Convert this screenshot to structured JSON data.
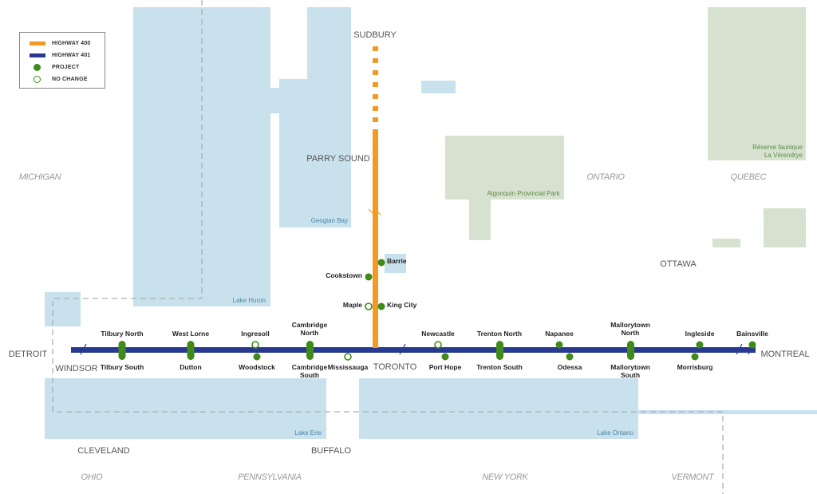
{
  "colors": {
    "water": "#c9e1ed",
    "park": "#d6e2cf",
    "hwy400": "#f39a24",
    "hwy401": "#283a8f",
    "project": "#3f8a19",
    "border": "#a9b0b6"
  },
  "legend": {
    "items": [
      {
        "label": "HIGHWAY 400",
        "kind": "line",
        "color": "#f39a24"
      },
      {
        "label": "HIGHWAY 401",
        "kind": "line",
        "color": "#283a8f"
      },
      {
        "label": "PROJECT",
        "kind": "dot-filled",
        "color": "#3f8a19"
      },
      {
        "label": "NO CHANGE",
        "kind": "dot-hollow",
        "color": "#3f8a19"
      }
    ]
  },
  "regions": {
    "michigan": "MICHIGAN",
    "ontario": "ONTARIO",
    "quebec": "QUEBEC",
    "ohio": "OHIO",
    "pennsylvania": "PENNSYLVANIA",
    "new_york": "NEW YORK",
    "vermont": "VERMONT"
  },
  "cities": {
    "sudbury": "SUDBURY",
    "parry_sound": "PARRY SOUND",
    "ottawa": "OTTAWA",
    "detroit": "DETROIT",
    "windsor": "WINDSOR",
    "toronto": "TORONTO",
    "montreal": "MONTREAL",
    "cleveland": "CLEVELAND",
    "buffalo": "BUFFALO"
  },
  "water": {
    "lake_huron": "Lake Huron",
    "georgian_bay": "Geogian Bay",
    "lake_erie": "Lake Erie",
    "lake_ontario": "Lake Ontario"
  },
  "parks": {
    "algonquin": "Algonquin Provincial Park",
    "laverendrye_1": "Réserve faunique",
    "laverendrye_2": "La Vérendrye"
  },
  "hwy400_stops": {
    "barrie": "Barrie",
    "cookstown": "Cookstown",
    "maple": "Maple",
    "king_city": "King City"
  },
  "hwy401_stops": {
    "tilbury_north": "Tilbury North",
    "tilbury_south": "Tilbury South",
    "west_lorne": "West Lorne",
    "dutton": "Dutton",
    "ingersoll": "Ingresoll",
    "woodstock": "Woodstock",
    "cambridge_north_1": "Cambridge",
    "cambridge_north_2": "North",
    "cambridge_south_1": "Cambridge",
    "cambridge_south_2": "South",
    "mississauga": "Mississauga",
    "newcastle": "Newcastle",
    "port_hope": "Port Hope",
    "trenton_north": "Trenton North",
    "trenton_south": "Trenton South",
    "napanee": "Napanee",
    "odessa": "Odessa",
    "mallorytown_north_1": "Mallorytown",
    "mallorytown_north_2": "North",
    "mallorytown_south_1": "Mallorytown",
    "mallorytown_south_2": "South",
    "ingleside": "Ingleside",
    "morrisburg": "Morrisburg",
    "bainsville": "Bainsville"
  }
}
